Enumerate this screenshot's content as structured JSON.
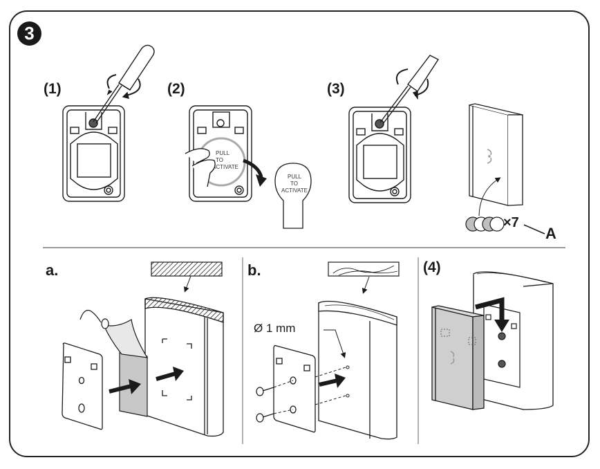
{
  "figure": {
    "step_number": "3",
    "panels": {
      "p1": {
        "label": "(1)"
      },
      "p2": {
        "label": "(2)",
        "tab_text": [
          "PULL",
          "TO",
          "ACTIVATE"
        ]
      },
      "p3": {
        "label": "(3)"
      },
      "p_a": {
        "label": "a."
      },
      "p_b": {
        "label": "b.",
        "hole_dimension": "Ø 1 mm"
      },
      "p4": {
        "label": "(4)"
      }
    },
    "callout": {
      "quantity": "×7",
      "part_letter": "A"
    },
    "colors": {
      "line": "#1a1a1a",
      "gray_fill": "#c8c8c8",
      "light_gray": "#dcdcdc",
      "separator": "#999999"
    }
  }
}
